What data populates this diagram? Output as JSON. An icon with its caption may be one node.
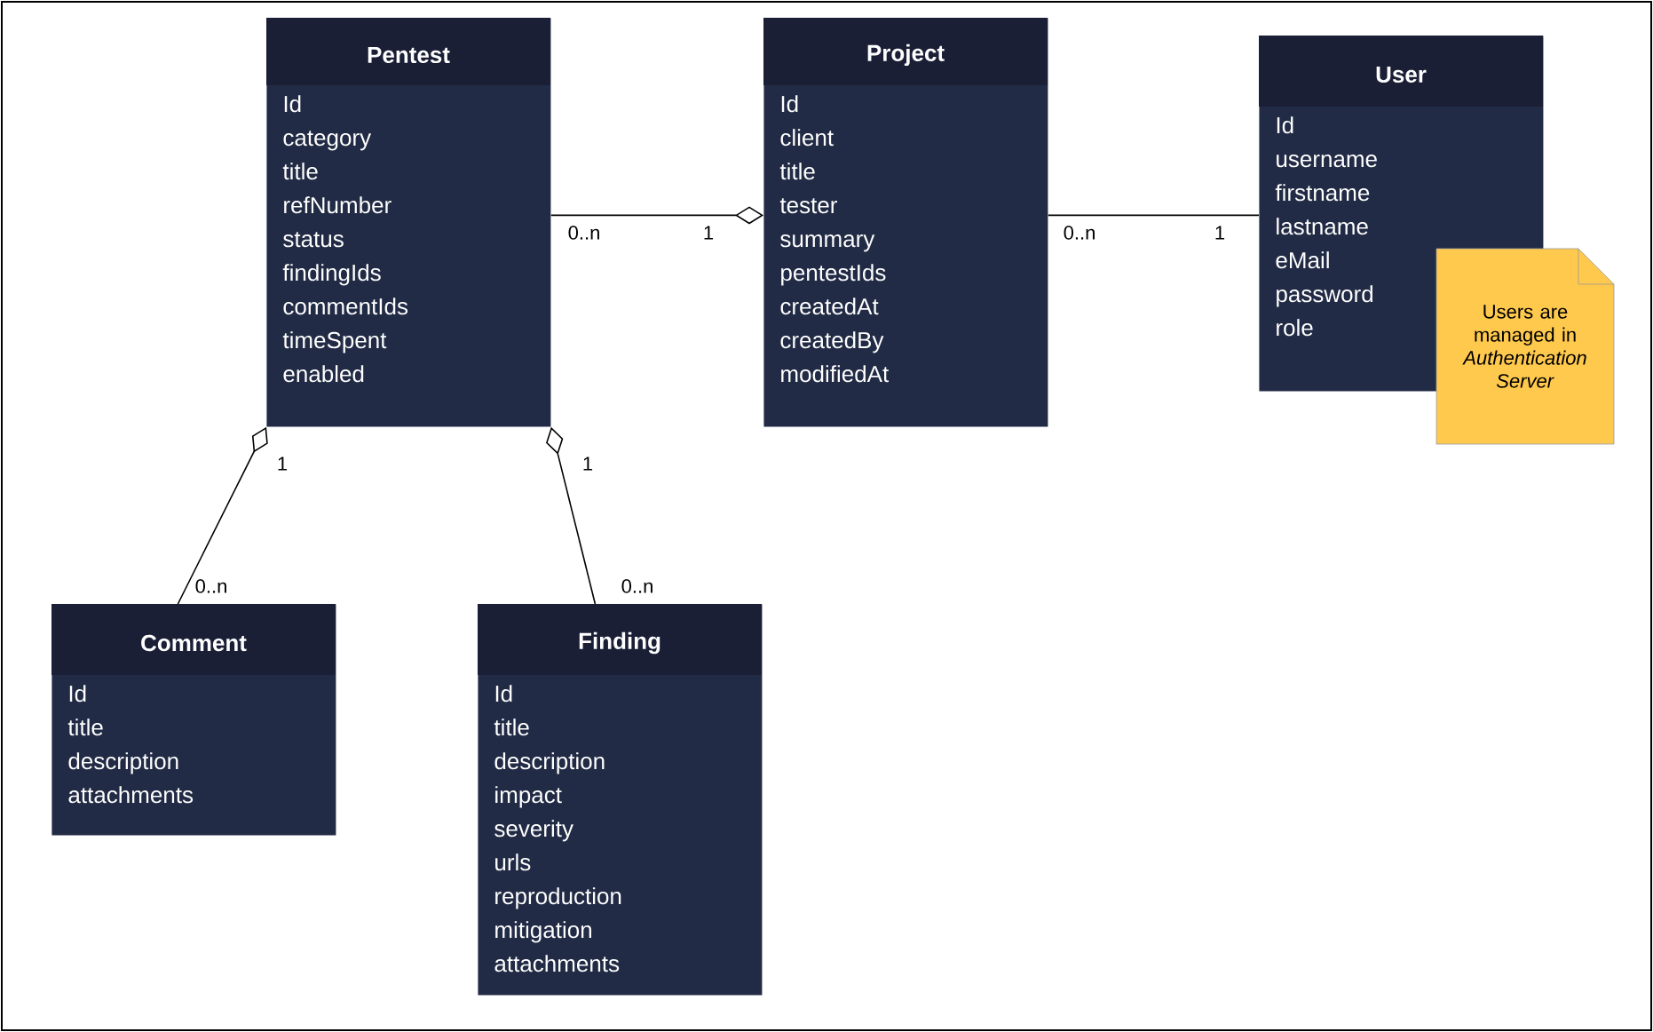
{
  "diagram": {
    "nodes": [
      {
        "text": [
          "Pentest",
          "Id",
          "category",
          "title",
          "refNumber",
          "status",
          "findingIds",
          "commentIds",
          "timeSpent",
          "enabled"
        ]
      },
      {
        "text": [
          "Project",
          "Id",
          "client",
          "title",
          "tester",
          "summary",
          "pentestIds",
          "createdAt",
          "createdBy",
          "modifiedAt"
        ]
      },
      {
        "text": [
          "User",
          "Id",
          "username",
          "firstname",
          "lastname",
          "eMail",
          "password",
          "role"
        ]
      },
      {
        "text": [
          "Comment",
          "Id",
          "title",
          "description",
          "attachments"
        ]
      },
      {
        "text": [
          "Finding",
          "Id",
          "title",
          "description",
          "impact",
          "severity",
          "urls",
          "reproduction",
          "mitigation",
          "attachments"
        ]
      },
      {
        "text": [
          "Users are managed in *Authentication Server*"
        ]
      }
    ],
    "edges": [
      {
        "from": 0,
        "to": 1,
        "arrow": "other"
      },
      {
        "from": 1,
        "to": 2,
        "arrow": "none"
      },
      {
        "from": 3,
        "to": 0,
        "arrow": "other"
      },
      {
        "from": 4,
        "to": 0,
        "arrow": "other"
      }
    ],
    "labels": [
      "0..n",
      "1",
      "0..n",
      "1",
      "1",
      "1",
      "0..n",
      "0..n"
    ]
  }
}
